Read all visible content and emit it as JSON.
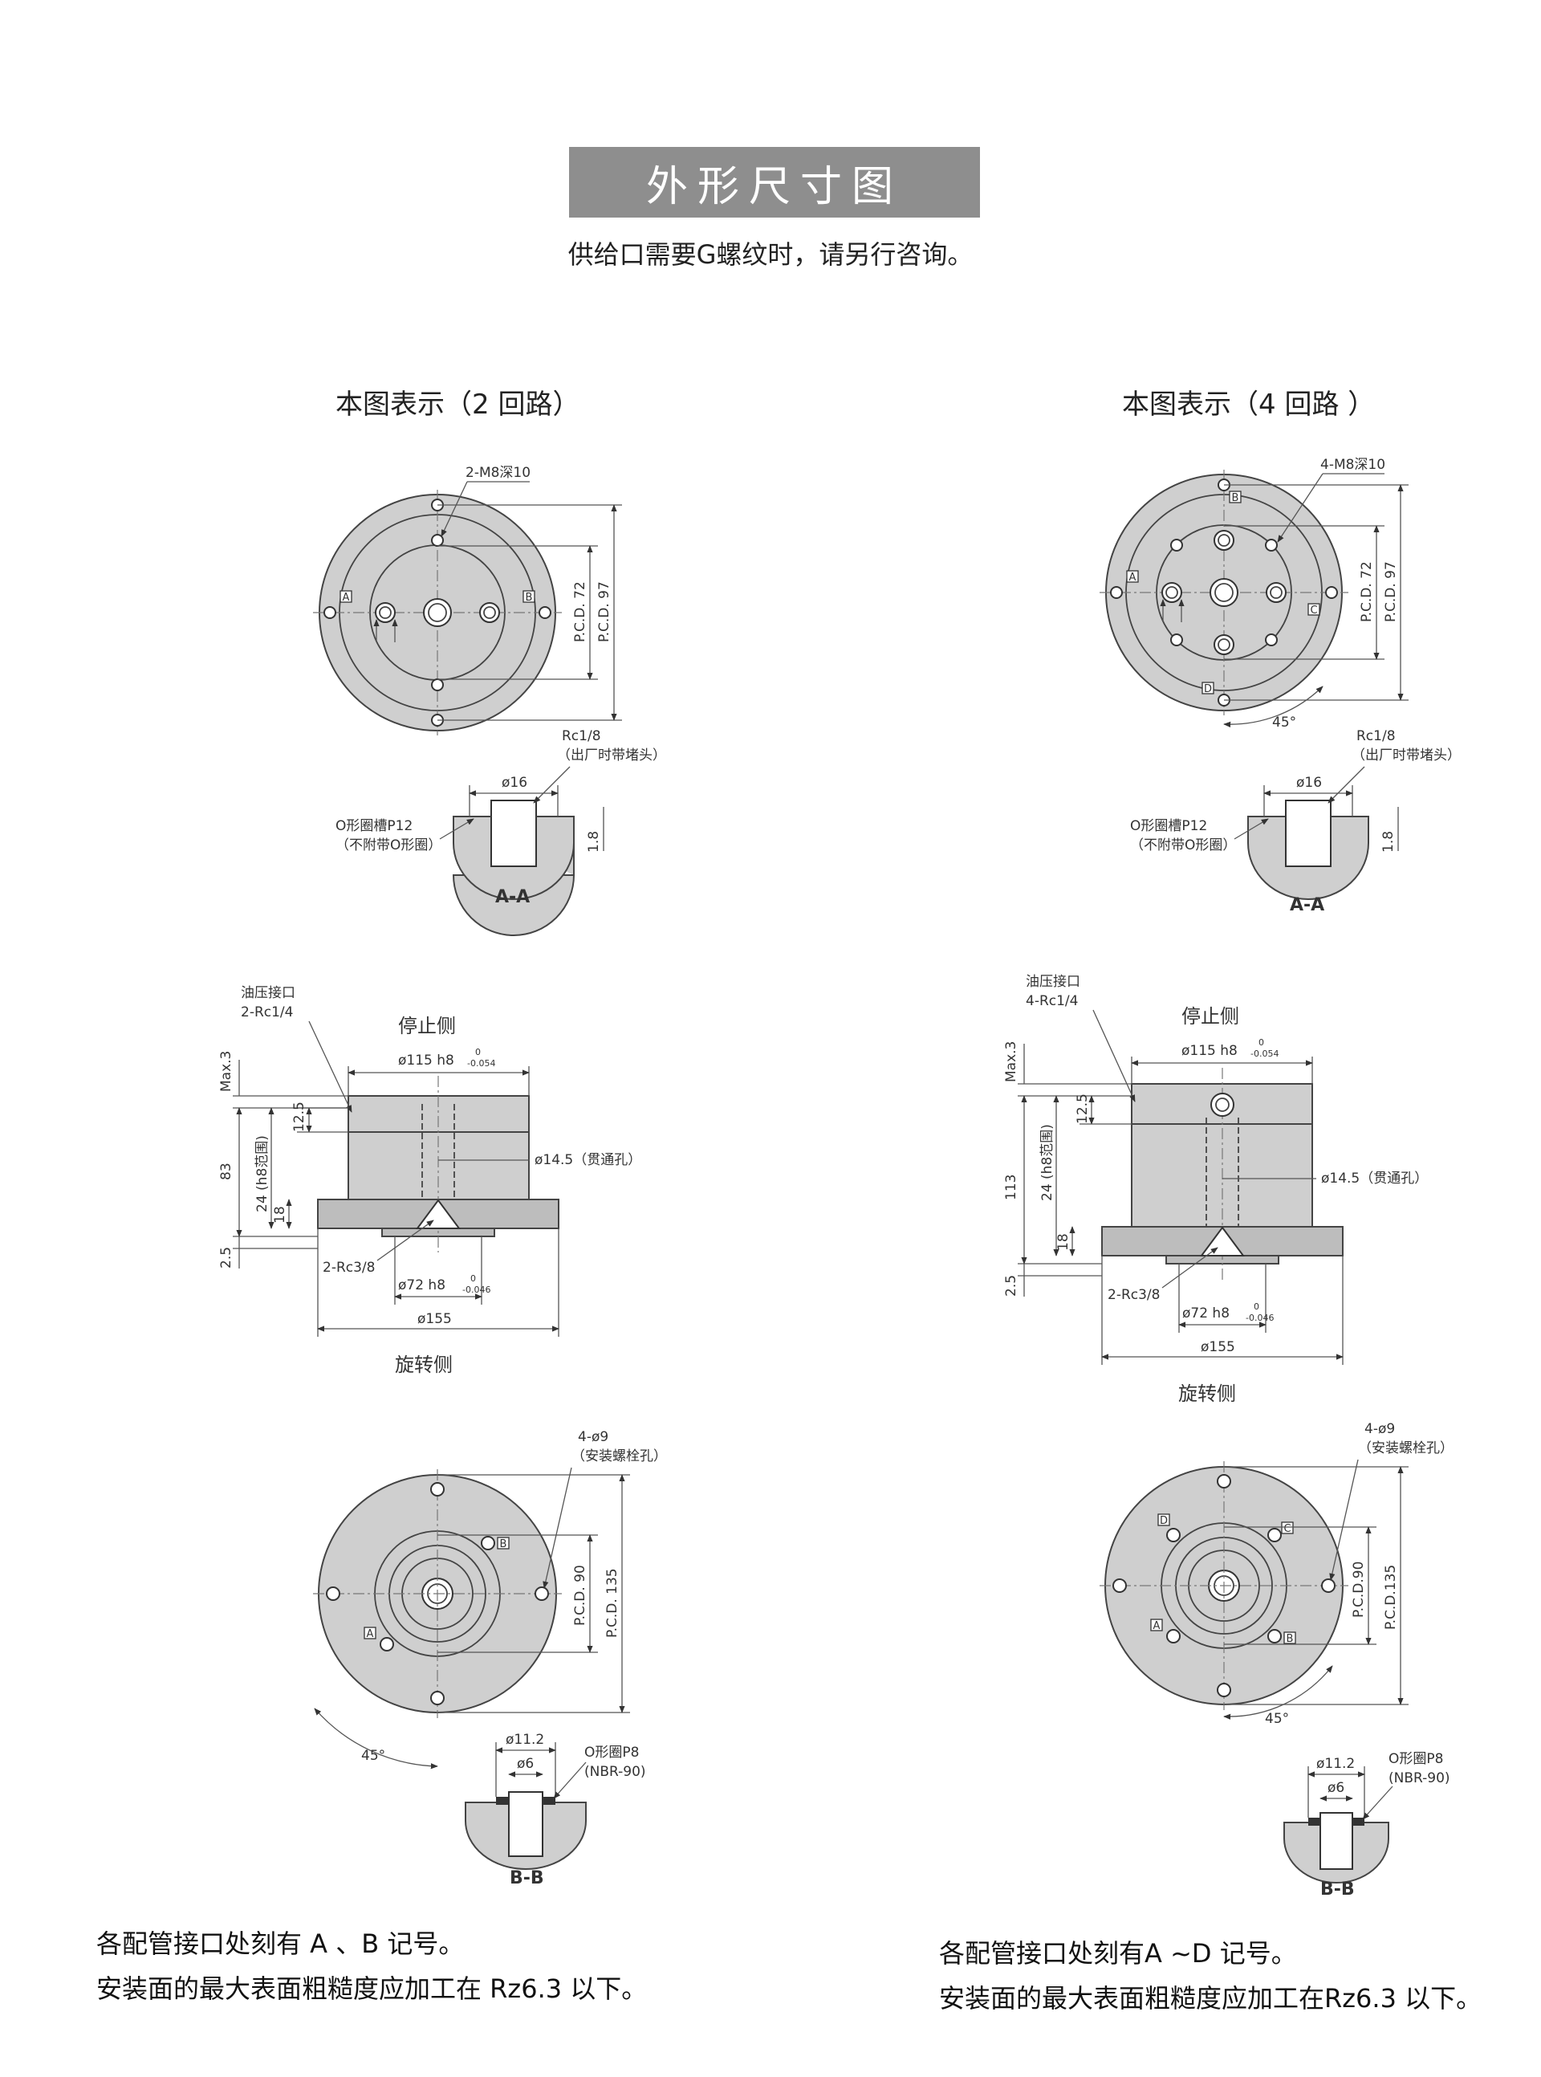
{
  "header": {
    "title": "外形尺寸图",
    "subtitle": "供给口需要G螺纹时，请另行咨询。"
  },
  "left": {
    "caption": "本图表示（2 回路）",
    "top": {
      "hole": "2-M8深10",
      "pcd72": "P.C.D. 72",
      "pcd97": "P.C.D. 97",
      "A": "A",
      "B": "B"
    },
    "aa": {
      "rc": "Rc1/8",
      "rc_note": "（出厂时带堵头）",
      "d16": "ø16",
      "oring": "O形圈槽P12",
      "oring_note": "（不附带O形圈）",
      "h18": "1.8",
      "label": "A-A"
    },
    "side": {
      "port": "油压接口",
      "port_spec": "2-Rc1/4",
      "stop": "停止侧",
      "d115": "ø115 h8",
      "tol115_up": "0",
      "tol115_lo": "-0.054",
      "max3": "Max.3",
      "h83": "83",
      "h125": "12.5",
      "h24": "24 (h8范围)",
      "h18": "18",
      "h25": "2.5",
      "d145": "ø14.5（贯通孔）",
      "rc38": "2-Rc3/8",
      "d72": "ø72 h8",
      "tol72_up": "0",
      "tol72_lo": "-0.046",
      "d155": "ø155",
      "rot": "旋转侧"
    },
    "bottom": {
      "hole": "4-ø9",
      "hole_note": "（安装螺栓孔）",
      "pcd90": "P.C.D. 90",
      "pcd135": "P.C.D. 135",
      "ang": "45°",
      "A": "A",
      "B": "B"
    },
    "bb": {
      "d112": "ø11.2",
      "d6": "ø6",
      "oring": "O形圈P8",
      "oring_note": "(NBR-90)",
      "label": "B-B"
    },
    "notes": [
      "各配管接口处刻有 A 、B  记号。",
      "安装面的最大表面粗糙度应加工在 Rz6.3 以下。"
    ]
  },
  "right": {
    "caption": "本图表示（4 回路  ）",
    "top": {
      "hole": "4-M8深10",
      "pcd72": "P.C.D. 72",
      "pcd97": "P.C.D. 97",
      "A": "A",
      "B": "B",
      "C": "C",
      "D": "D",
      "ang": "45°"
    },
    "aa": {
      "rc": "Rc1/8",
      "rc_note": "（出厂时带堵头）",
      "d16": "ø16",
      "oring": "O形圈槽P12",
      "oring_note": "（不附带O形圈）",
      "h18": "1.8",
      "label": "A-A"
    },
    "side": {
      "port": "油压接口",
      "port_spec": "4-Rc1/4",
      "stop": "停止侧",
      "d115": "ø115 h8",
      "tol115_up": "0",
      "tol115_lo": "-0.054",
      "max3": "Max.3",
      "h113": "113",
      "h125": "12.5",
      "h24": "24 (h8范围)",
      "h18": "18",
      "h25": "2.5",
      "d145": "ø14.5（贯通孔）",
      "rc38": "2-Rc3/8",
      "d72": "ø72 h8",
      "tol72_up": "0",
      "tol72_lo": "-0.046",
      "d155": "ø155",
      "rot": "旋转侧"
    },
    "bottom": {
      "hole": "4-ø9",
      "hole_note": "（安装螺栓孔）",
      "pcd90": "P.C.D.90",
      "pcd135": "P.C.D.135",
      "ang": "45°",
      "A": "A",
      "B": "B",
      "C": "C",
      "D": "D"
    },
    "bb": {
      "d112": "ø11.2",
      "d6": "ø6",
      "oring": "O形圈P8",
      "oring_note": "(NBR-90)",
      "label": "B-B"
    },
    "notes": [
      "各配管接口处刻有A ~D 记号。",
      "安装面的最大表面粗糙度应加工在Rz6.3 以下。"
    ]
  }
}
